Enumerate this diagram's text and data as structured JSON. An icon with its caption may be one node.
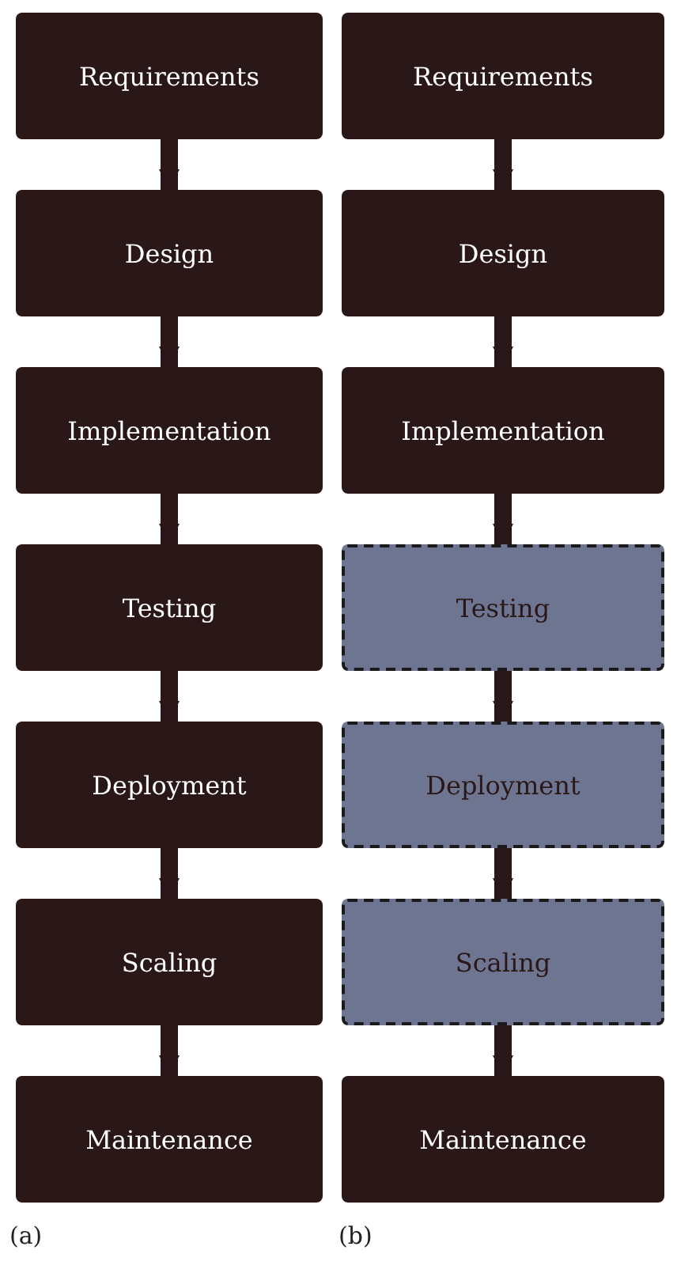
{
  "diagram": {
    "nodes": [
      {
        "text": [
          "Requirements"
        ]
      },
      {
        "text": [
          "Design"
        ]
      },
      {
        "text": [
          "Implementation"
        ]
      },
      {
        "text": [
          "Testing"
        ]
      },
      {
        "text": [
          "Deployment"
        ]
      },
      {
        "text": [
          "Scaling"
        ]
      },
      {
        "text": [
          "Maintenance"
        ]
      },
      {
        "text": [
          "Requirements"
        ]
      },
      {
        "text": [
          "Design"
        ]
      },
      {
        "text": [
          "Implementation"
        ]
      },
      {
        "text": [
          "Testing"
        ]
      },
      {
        "text": [
          "Deployment"
        ]
      },
      {
        "text": [
          "Scaling"
        ]
      },
      {
        "text": [
          "Maintenance"
        ]
      }
    ],
    "edges": [
      {
        "from": 0,
        "to": 1,
        "arrow": "to"
      },
      {
        "from": 1,
        "to": 2,
        "arrow": "to"
      },
      {
        "from": 2,
        "to": 3,
        "arrow": "to"
      },
      {
        "from": 3,
        "to": 4,
        "arrow": "to"
      },
      {
        "from": 4,
        "to": 5,
        "arrow": "to"
      },
      {
        "from": 5,
        "to": 6,
        "arrow": "to"
      },
      {
        "from": 7,
        "to": 8,
        "arrow": "to"
      },
      {
        "from": 8,
        "to": 9,
        "arrow": "to"
      },
      {
        "from": 9,
        "to": 10,
        "arrow": "to"
      },
      {
        "from": 10,
        "to": 11,
        "arrow": "to"
      },
      {
        "from": 11,
        "to": 12,
        "arrow": "to"
      },
      {
        "from": 12,
        "to": 13,
        "arrow": "to"
      }
    ],
    "labels": [
      "(a)",
      "(b)"
    ]
  }
}
